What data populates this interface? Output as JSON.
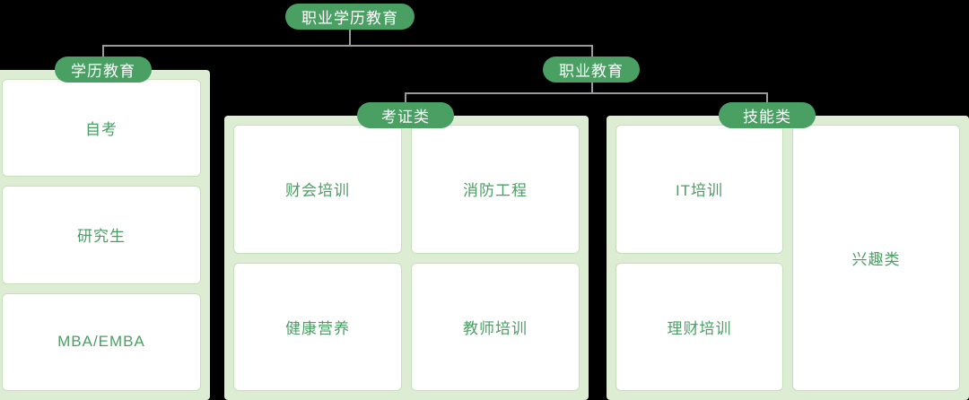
{
  "diagram": {
    "title": "职业学历教育",
    "root": {
      "label": "职业学历教育"
    },
    "level2": [
      {
        "label": "学历教育"
      },
      {
        "label": "职业教育"
      }
    ],
    "level3": [
      {
        "label": "考证类"
      },
      {
        "label": "技能类"
      }
    ],
    "groups": {
      "academic": {
        "header": "学历教育",
        "cards": [
          {
            "label": "自考"
          },
          {
            "label": "研究生"
          },
          {
            "label": "MBA/EMBA"
          }
        ]
      },
      "certification": {
        "header": "考证类",
        "column_left": [
          {
            "label": "财会培训"
          },
          {
            "label": "健康营养"
          }
        ],
        "column_right": [
          {
            "label": "消防工程"
          },
          {
            "label": "教师培训"
          }
        ]
      },
      "skills": {
        "header": "技能类",
        "column_left": [
          {
            "label": "IT培训"
          },
          {
            "label": "理财培训"
          }
        ],
        "column_right": [
          {
            "label": "兴趣类"
          }
        ]
      }
    },
    "colors": {
      "pill_green": "#4a9f63",
      "group_background": "#dcedd4",
      "card_border": "#c5e0b8",
      "card_text": "#4a9e63",
      "card_background": "#ffffff",
      "connector_line": "#9a9a9a",
      "page_background": "#000000"
    }
  }
}
